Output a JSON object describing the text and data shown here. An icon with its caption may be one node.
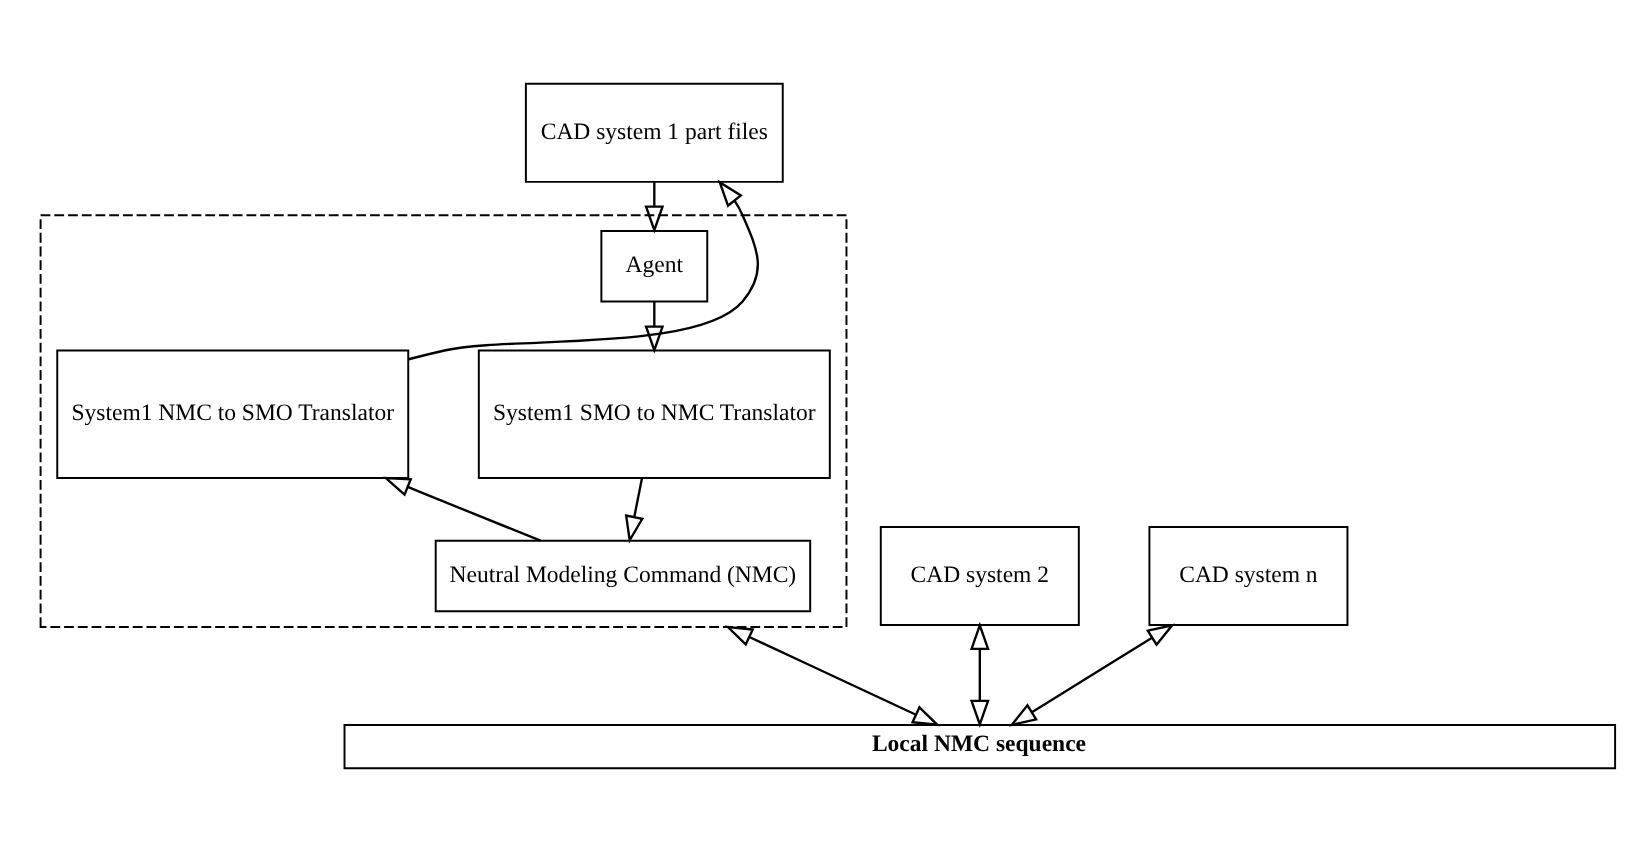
{
  "diagram": {
    "nodes": [
      {
        "text": [
          "CAD system 1 part files"
        ]
      },
      {
        "text": [],
        "shape": "box"
      },
      {
        "text": [
          "Agent"
        ],
        "in": 1
      },
      {
        "text": [
          "System1 SMO to NMC Translator"
        ],
        "in": 1
      },
      {
        "text": [
          "System1 NMC to SMO Translator"
        ],
        "in": 1
      },
      {
        "text": [
          "Neutral Modeling Command (NMC)"
        ],
        "in": 1
      },
      {
        "text": [
          "CAD system 2"
        ]
      },
      {
        "text": [
          "CAD system n"
        ]
      },
      {
        "text": [
          "Local NMC sequence"
        ]
      }
    ],
    "edges": [
      {
        "from": 0,
        "to": 2,
        "arrow": "to"
      },
      {
        "from": 2,
        "to": 3,
        "arrow": "to"
      },
      {
        "from": 4,
        "to": 0,
        "arrow": "to"
      },
      {
        "from": 3,
        "to": 5,
        "arrow": "to"
      },
      {
        "from": 5,
        "to": 4,
        "arrow": "to"
      },
      {
        "from": 1,
        "to": 8,
        "arrow": "both"
      },
      {
        "from": 6,
        "to": 8,
        "arrow": "both"
      },
      {
        "from": 7,
        "to": 8,
        "arrow": "both"
      }
    ]
  }
}
